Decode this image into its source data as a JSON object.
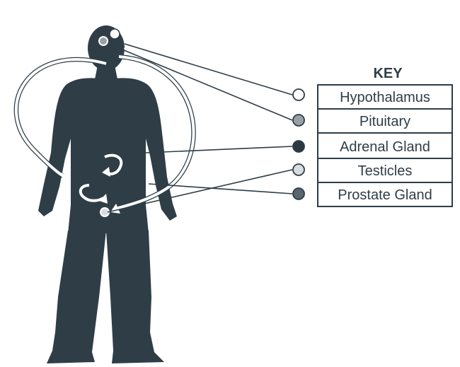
{
  "key": {
    "title": "KEY",
    "items": [
      {
        "label": "Hypothalamus",
        "dot_fill": "#ffffff"
      },
      {
        "label": "Pituitary",
        "dot_fill": "#9aa0a4"
      },
      {
        "label": "Adrenal Gland",
        "dot_fill": "#2b3841"
      },
      {
        "label": "Testicles",
        "dot_fill": "#d9dcde"
      },
      {
        "label": "Prostate Gland",
        "dot_fill": "#5a656d"
      }
    ]
  },
  "colors": {
    "silhouette": "#2f3d47",
    "outline": "#2f3d47",
    "arrow": "#ffffff",
    "background": "#ffffff"
  }
}
